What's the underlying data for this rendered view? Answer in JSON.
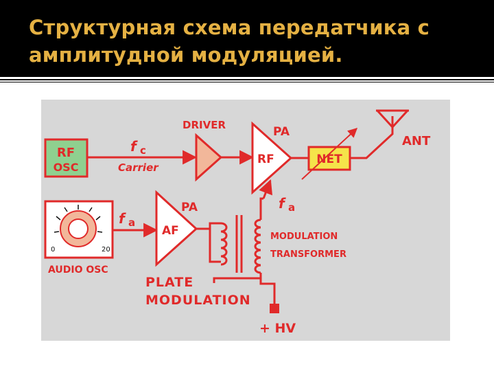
{
  "slide": {
    "title_line1": "Структурная схема передатчика с",
    "title_line2": "амплитудной модуляцией."
  },
  "diagram": {
    "rf_osc_line1": "RF",
    "rf_osc_line2": "OSC",
    "fc_symbol": "f",
    "fc_sub": "c",
    "carrier": "Carrier",
    "driver": "DRIVER",
    "pa_rf_top": "PA",
    "pa_rf_inner": "RF",
    "net": "NET",
    "ant": "ANT",
    "fa_symbol": "f",
    "fa_sub": "a",
    "pa_af_top": "PA",
    "pa_af_inner": "AF",
    "dial_min": "0",
    "dial_max": "20",
    "audio_osc": "AUDIO OSC",
    "modulation": "MODULATION",
    "transformer": "TRANSFORMER",
    "plate": "PLATE",
    "plate_modulation": "MODULATION",
    "hv": "+ HV"
  },
  "colors": {
    "title": "#e5b143",
    "panel": "#d7d7d7",
    "red": "#e02a2a",
    "rf_osc_fill": "#8fd08f",
    "driver_fill": "#f2b79a",
    "net_fill": "#f5e44a",
    "pa_fill": "#ffffff"
  }
}
